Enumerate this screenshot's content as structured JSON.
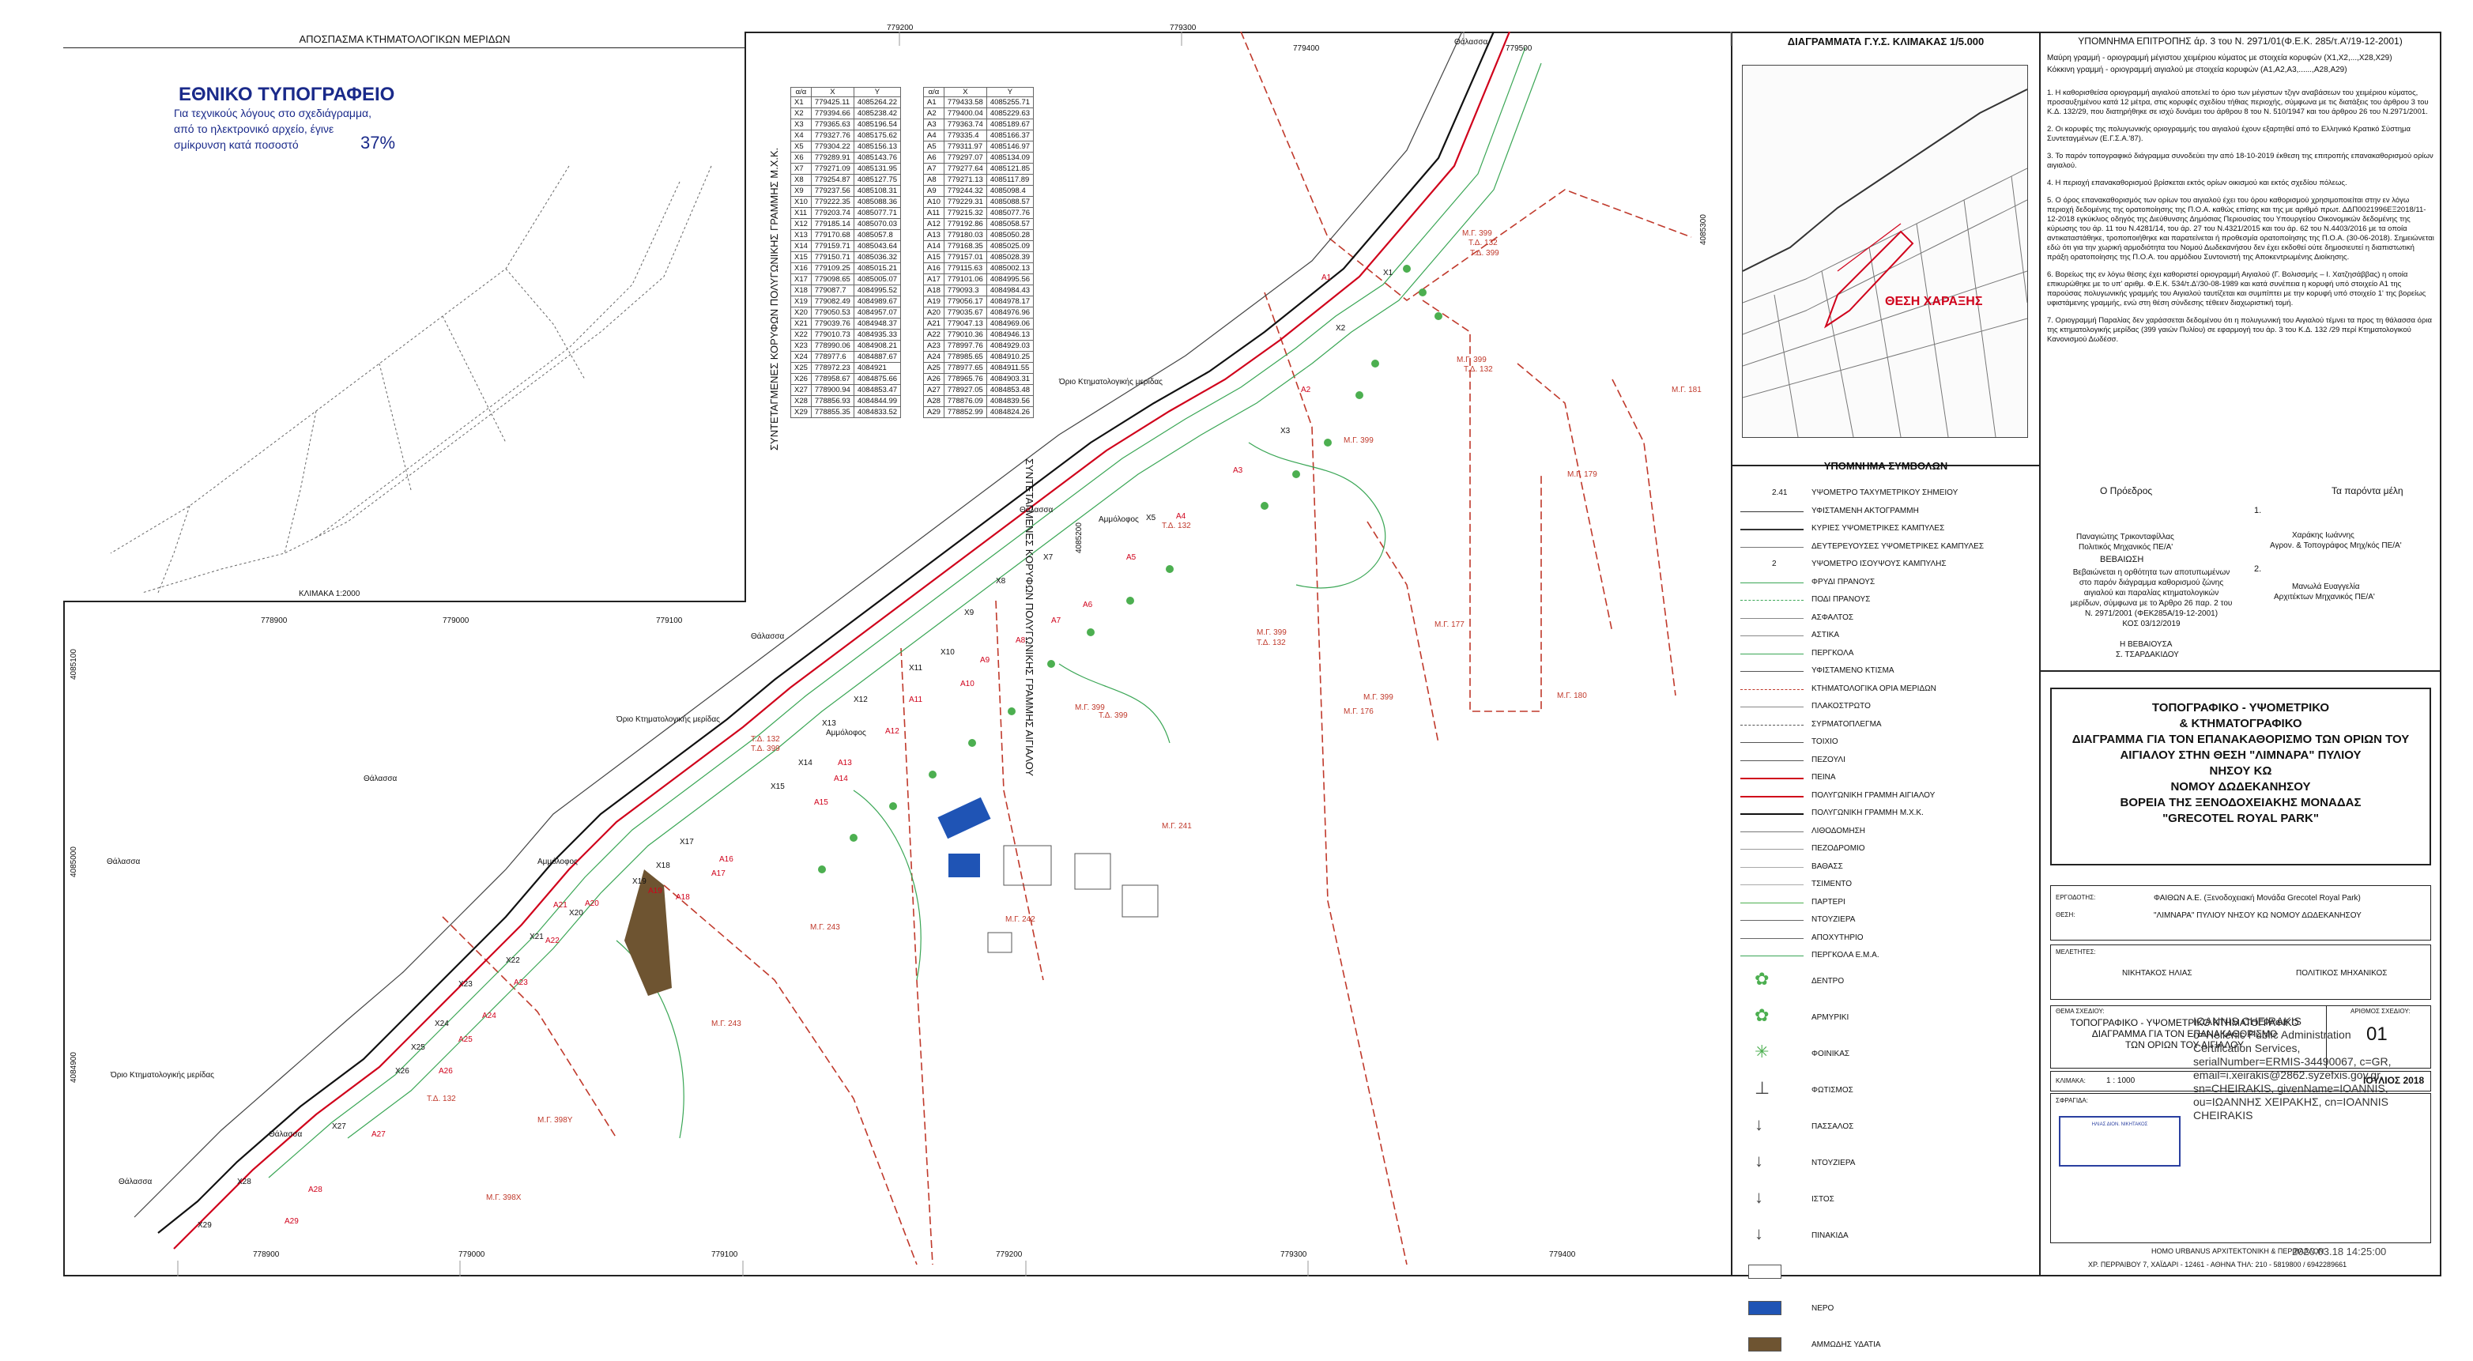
{
  "inset": {
    "title": "ΑΠΟΣΠΑΣΜΑ ΚΤΗΜΑΤΟΛΟΓΙΚΩΝ ΜΕΡΙΔΩΝ",
    "stamp_title": "ΕΘΝΙΚΟ ΤΥΠΟΓΡΑΦΕΙΟ",
    "stamp_line1": "Για τεχνικούς λόγους στο σχεδιάγραμμα,",
    "stamp_line2": "από το ηλεκτρονικό αρχείο, έγινε",
    "stamp_line3": "σμίκρυνση κατά ποσοστό",
    "stamp_percent": "37%",
    "scale": "ΚΛΙΜΑΚΑ 1:2000"
  },
  "grid": {
    "top_x": [
      "779200",
      "779300",
      "779400",
      "779500"
    ],
    "mid_x": [
      "778900",
      "779000",
      "779100"
    ],
    "bottom_x": [
      "778900",
      "779000",
      "779100",
      "779200",
      "779300",
      "779400"
    ],
    "y_right": [
      "4085300",
      "4085200"
    ],
    "y_left": [
      "4085100",
      "4085000",
      "4084900"
    ]
  },
  "tables": {
    "x_title": "ΣΥΝΤΕΤΑΓΜΕΝΕΣ ΚΟΡΥΦΩΝ ΠΟΛΥΓΩΝΙΚΗΣ ΓΡΑΜΜΗΣ Μ.Χ.Κ.",
    "a_title": "ΣΥΝΤΕΤΑΓΜΕΝΕΣ ΚΟΡΥΦΩΝ ΠΟΛΥΓΩΝΙΚΗΣ ΓΡΑΜΜΗΣ ΑΙΓΙΑΛΟΥ",
    "header": [
      "α/α",
      "X",
      "Y"
    ],
    "x_rows": [
      [
        "X1",
        "779425.11",
        "4085264.22"
      ],
      [
        "X2",
        "779394.66",
        "4085238.42"
      ],
      [
        "X3",
        "779365.63",
        "4085196.54"
      ],
      [
        "X4",
        "779327.76",
        "4085175.62"
      ],
      [
        "X5",
        "779304.22",
        "4085156.13"
      ],
      [
        "X6",
        "779289.91",
        "4085143.76"
      ],
      [
        "X7",
        "779271.09",
        "4085131.95"
      ],
      [
        "X8",
        "779254.87",
        "4085127.75"
      ],
      [
        "X9",
        "779237.56",
        "4085108.31"
      ],
      [
        "X10",
        "779222.35",
        "4085088.36"
      ],
      [
        "X11",
        "779203.74",
        "4085077.71"
      ],
      [
        "X12",
        "779185.14",
        "4085070.03"
      ],
      [
        "X13",
        "779170.68",
        "4085057.8"
      ],
      [
        "X14",
        "779159.71",
        "4085043.64"
      ],
      [
        "X15",
        "779150.71",
        "4085036.32"
      ],
      [
        "X16",
        "779109.25",
        "4085015.21"
      ],
      [
        "X17",
        "779098.65",
        "4085005.07"
      ],
      [
        "X18",
        "779087.7",
        "4084995.52"
      ],
      [
        "X19",
        "779082.49",
        "4084989.67"
      ],
      [
        "X20",
        "779050.53",
        "4084957.07"
      ],
      [
        "X21",
        "779039.76",
        "4084948.37"
      ],
      [
        "X22",
        "779010.73",
        "4084935.33"
      ],
      [
        "X23",
        "778990.06",
        "4084908.21"
      ],
      [
        "X24",
        "778977.6",
        "4084887.67"
      ],
      [
        "X25",
        "778972.23",
        "4084921"
      ],
      [
        "X26",
        "778958.67",
        "4084875.66"
      ],
      [
        "X27",
        "778900.94",
        "4084853.47"
      ],
      [
        "X28",
        "778856.93",
        "4084844.99"
      ],
      [
        "X29",
        "778855.35",
        "4084833.52"
      ]
    ],
    "a_rows": [
      [
        "A1",
        "779433.58",
        "4085255.71"
      ],
      [
        "A2",
        "779400.04",
        "4085229.63"
      ],
      [
        "A3",
        "779363.74",
        "4085189.67"
      ],
      [
        "A4",
        "779335.4",
        "4085166.37"
      ],
      [
        "A5",
        "779311.97",
        "4085146.97"
      ],
      [
        "A6",
        "779297.07",
        "4085134.09"
      ],
      [
        "A7",
        "779277.64",
        "4085121.85"
      ],
      [
        "A8",
        "779271.13",
        "4085117.89"
      ],
      [
        "A9",
        "779244.32",
        "4085098.4"
      ],
      [
        "A10",
        "779229.31",
        "4085088.57"
      ],
      [
        "A11",
        "779215.32",
        "4085077.76"
      ],
      [
        "A12",
        "779192.86",
        "4085058.57"
      ],
      [
        "A13",
        "779180.03",
        "4085050.28"
      ],
      [
        "A14",
        "779168.35",
        "4085025.09"
      ],
      [
        "A15",
        "779157.01",
        "4085028.39"
      ],
      [
        "A16",
        "779115.63",
        "4085002.13"
      ],
      [
        "A17",
        "779101.06",
        "4084995.56"
      ],
      [
        "A18",
        "779093.3",
        "4084984.43"
      ],
      [
        "A19",
        "779056.17",
        "4084978.17"
      ],
      [
        "A20",
        "779035.67",
        "4084976.96"
      ],
      [
        "A21",
        "779047.13",
        "4084969.06"
      ],
      [
        "A22",
        "779010.36",
        "4084946.13"
      ],
      [
        "A23",
        "778997.76",
        "4084929.03"
      ],
      [
        "A24",
        "778985.65",
        "4084910.25"
      ],
      [
        "A25",
        "778977.65",
        "4084911.55"
      ],
      [
        "A26",
        "778965.76",
        "4084903.31"
      ],
      [
        "A27",
        "778927.05",
        "4084853.48"
      ],
      [
        "A28",
        "778876.09",
        "4084839.56"
      ],
      [
        "A29",
        "778852.99",
        "4084824.26"
      ]
    ]
  },
  "map_labels": {
    "sea": "Θάλασσα",
    "boundary": "Όριο Κτηματολογικής μερίδας",
    "ammolofos": "Αμμόλοφος",
    "mg_labels": [
      "Μ.Γ. 399",
      "Μ.Γ. 181",
      "Μ.Γ. 179",
      "Μ.Γ. 177",
      "Μ.Γ. 176",
      "Μ.Γ. 180",
      "Μ.Γ. 241",
      "Μ.Γ. 242",
      "Μ.Γ. 243",
      "Μ.Γ. 398Υ",
      "Μ.Γ. 398Χ"
    ],
    "td_labels": [
      "Τ.Δ. 132",
      "Τ.Δ. 399"
    ],
    "x_vertex_labels": [
      "X1",
      "X2",
      "X3",
      "X5",
      "X7",
      "X8",
      "X9",
      "X10",
      "X11",
      "X12",
      "X13",
      "X14",
      "X15",
      "X17",
      "X18",
      "X19",
      "X20",
      "X21",
      "X22",
      "X23",
      "X24",
      "X25",
      "X26",
      "X27",
      "X28",
      "X29"
    ],
    "a_vertex_labels": [
      "A1",
      "A2",
      "A3",
      "A4",
      "A5",
      "A6",
      "A7",
      "A8",
      "A9",
      "A10",
      "A11",
      "A12",
      "A13",
      "A14",
      "A15",
      "A16",
      "A17",
      "A18",
      "A19",
      "A20",
      "A21",
      "A22",
      "A23",
      "A24",
      "A25",
      "A26",
      "A27",
      "A28",
      "A29"
    ]
  },
  "gys": {
    "title": "ΔΙΑΓΡΑΜΜΑΤΑ Γ.Υ.Σ. ΚΛΙΜΑΚΑΣ 1/5.000",
    "location": "ΘΕΣΗ ΧΑΡΑΞΗΣ"
  },
  "symbols": {
    "title": "ΥΠΟΜΝΗΜΑ ΣΥΜΒΟΛΩΝ",
    "items": [
      "ΥΨΟΜΕΤΡΟ ΤΑΧΥΜΕΤΡΙΚΟΥ ΣΗΜΕΙΟΥ",
      "ΥΦΙΣΤΑΜΕΝΗ ΑΚΤΟΓΡΑΜΜΗ",
      "ΚΥΡΙΕΣ ΥΨΟΜΕΤΡΙΚΕΣ ΚΑΜΠΥΛΕΣ",
      "ΔΕΥΤΕΡΕΥΟΥΣΕΣ ΥΨΟΜΕΤΡΙΚΕΣ ΚΑΜΠΥΛΕΣ",
      "ΥΨΟΜΕΤΡΟ ΙΣΟΥΨΟΥΣ ΚΑΜΠΥΛΗΣ",
      "ΦΡΥΔΙ ΠΡΑΝΟΥΣ",
      "ΠΟΔΙ ΠΡΑΝΟΥΣ",
      "ΑΣΦΑΛΤΟΣ",
      "ΑΣΤΙΚΑ",
      "ΠΕΡΓΚΟΛΑ",
      "ΥΦΙΣΤΑΜΕΝΟ ΚΤΙΣΜΑ",
      "ΚΤΗΜΑΤΟΛΟΓΙΚΑ ΟΡΙΑ ΜΕΡΙΔΩΝ",
      "ΠΛΑΚΟΣΤΡΩΤΟ",
      "ΣΥΡΜΑΤΟΠΛΕΓΜΑ",
      "ΤΟΙΧΙΟ",
      "ΠΕΖΟΥΛΙ",
      "ΠΕΙΝΑ",
      "ΠΟΛΥΓΩΝΙΚΗ ΓΡΑΜΜΗ ΑΙΓΙΑΛΟΥ",
      "ΠΟΛΥΓΩΝΙΚΗ ΓΡΑΜΜΗ Μ.Χ.Κ.",
      "ΛΙΘΟΔΟΜΗΣΗ",
      "ΠΕΖΟΔΡΟΜΙΟ",
      "ΒΑΘΑΣΣ",
      "ΤΣΙΜΕΝΤΟ",
      "ΠΑΡΤΕΡΙ",
      "ΝΤΟΥΖΙΕΡΑ",
      "ΑΠΟΧΥΤΗΡΙΟ",
      "ΠΕΡΓΚΟΛΑ Ε.Μ.Α.",
      "ΔΕΝΤΡΟ",
      "ΑΡΜΥΡΙΚΙ",
      "ΦΟΙΝΙΚΑΣ",
      "ΦΩΤΙΣΜΟΣ",
      "ΠΑΣΣΑΛΟΣ",
      "ΝΤΟΥΖΙΕΡΑ",
      "ΙΣΤΟΣ",
      "ΠΙΝΑΚΙΔΑ",
      "",
      "ΝΕΡΟ",
      "ΑΜΜΩΔΗΣ ΥΔΑΤΙΑ"
    ]
  },
  "committee": {
    "title": "ΥΠΟΜΝΗΜΑ ΕΠΙΤΡΟΠΗΣ άρ. 3 του Ν. 2971/01(Φ.Ε.Κ. 285/τ.Α'/19-12-2001)",
    "line1": "Μαύρη γραμμή - οριογραμμή μέγιστου χειμέριου κύματος με στοιχεία κορυφών (Χ1,Χ2,...,Χ28,Χ29)",
    "line2": "Κόκκινη γραμμή - οριογραμμή αιγιαλού με στοιχεία κορυφών (Α1,Α2,Α3,......,Α28,Α29)",
    "notes": [
      "1. Η καθορισθείσα οριογραμμή αιγιαλού αποτελεί το όριο των μέγιστων τζιγν αναβάσεων του χειμέριου κύματος, προσαυξημένου κατά 12 μέτρα, στις κορυφές σχεδίου τήθιας περιοχής, σύμφωνα με τις διατάξεις του άρθρου 3 του Κ.Δ. 132/29, που διατηρήθηκε σε ισχύ δυνάμει του άρθρου 8 του Ν. 510/1947 και του άρθρου 26 του Ν.2971/2001.",
      "2. Οι κορυφές της πολυγωνικής οριογραμμής του αιγιαλού έχουν εξαρτηθεί από το Ελληνικό Κρατικό Σύστημα Συντεταγμένων (Ε.Γ.Σ.Α.'87).",
      "3. Το παρόν τοπογραφικό διάγραμμα συνοδεύει την από 18-10-2019 έκθεση της επιτροπής επανακαθορισμού ορίων αιγιαλού.",
      "4. Η περιοχή επανακαθορισμού βρίσκεται εκτός ορίων οικισμού και εκτός σχεδίου πόλεως.",
      "5. Ο όρος επανακαθορισμός των ορίων του αιγιαλού έχει του όρου καθορισμού χρησιμοποιείται στην εν λόγω περιοχή δεδομένης της ορατοποίησης της Π.Ο.Α. καθώς επίσης και της με αριθμό πρωτ. ΔΔΠ0021996ΕΞ2018/11-12-2018 εγκύκλιος οδηγός της Διεύθυνσης Δημόσιας Περιουσίας του Υπουργείου Οικονομικών δεδομένης της κύρωσης του άρ. 11 του Ν.4281/14, του άρ. 27 του Ν.4321/2015 και του άρ. 62 του Ν.4403/2016 με τα οποία αντικαταστάθηκε, τροποποιήθηκε και παρατείνεται ή προθεσμία ορατοποίησης της Π.Ο.Α. (30-06-2018). Σημειώνεται εδώ ότι για την χωρική αρμοδιότητα του Νομού Δωδεκανήσου δεν έχει εκδοθεί ούτε δημοσιευτεί η διαπιστωτική πράξη ορατοποίησης της Π.Ο.Α. του αρμόδιου Συντονιστή της Αποκεντρωμένης Διοίκησης.",
      "6. Βορείως της εν λόγω θέσης έχει καθοριστεί οριογραμμή Αιγιαλού (Γ. Βολισσμής – Ι. Χατζησάββας) η οποία επικυρώθηκε με το υπ' αριθμ. Φ.Ε.Κ. 534/τ.Δ'/30-08-1989 και κατά συνέπεια η κορυφή υπό στοιχείο Α1 της παρούσας πολυγωνικής γραμμής του Αιγιαλού ταυτίζεται και συμπίπτει με την κορυφή υπό στοιχείο 1' της βορείως υφιστάμενης γραμμής, ενώ στη θέση σύνδεσης τέθειεν διαχωριστική τομή.",
      "7. Οριογραμμή Παραλίας δεν χαράσσεται δεδομένου ότι η πολυγωνική του Αιγιαλού τέμνει τα προς τη θάλασσα όρια της κτηματολογικής μερίδας (399 γαιών Πυλίου) σε εφαρμογή του άρ. 3 του Κ.Δ. 132 /29 περί Κτηματολογικού Κανονισμού Δωδέσσ."
    ],
    "chair_label": "Ο Πρόεδρος",
    "members_label": "Τα παρόντα μέλη",
    "chair_name": "Παναγιώτης Τρικονταφίλλας",
    "chair_role": "Πολιτικός Μηχανικός ΠΕ/Α'",
    "member1_num": "1.",
    "member1_name": "Χαράκης Ιωάννης",
    "member1_role": "Αγρον. & Τοπογράφος Μηχ/κός ΠΕ/Α'",
    "member2_num": "2.",
    "member2_name": "Μανωλά Ευαγγελία",
    "member2_role": "Αρχιτέκτων Μηχανικός ΠΕ/Α'",
    "cert_title": "ΒΕΒΑΙΩΣΗ",
    "cert_lines": [
      "Βεβαιώνεται η ορθότητα των αποτυπωμένων",
      "στο παρόν διάγραμμα καθορισμού ζώνης",
      "αιγιαλού και παραλίας κτηματολογικών",
      "μερίδων, σύμφωνα με το Άρθρο 26 παρ. 2 του",
      "Ν. 2971/2001 (ΦΕΚ285Α/19-12-2001)",
      "ΚΟΣ 03/12/2019"
    ],
    "cert_sign1": "Η ΒΕΒΑΙΟΥΣΑ",
    "cert_sign2": "Σ. ΤΣΑΡΔΑΚΙΔΟΥ"
  },
  "title_block": {
    "main_title": [
      "ΤΟΠΟΓΡΑΦΙΚΟ - ΥΨΟΜΕΤΡΙΚΟ",
      "& ΚΤΗΜΑΤΟΓΡΑΦΙΚΟ",
      "ΔΙΑΓΡΑΜΜΑ ΓΙΑ ΤΟΝ ΕΠΑΝΑΚΑΘΟΡΙΣΜΟ ΤΩΝ ΟΡΙΩΝ ΤΟΥ",
      "ΑΙΓΙΑΛΟΥ ΣΤΗΝ ΘΕΣΗ \"ΛΙΜΝΑΡΑ\"   ΠΥΛΙΟΥ",
      "ΝΗΣΟΥ ΚΩ",
      "ΝΟΜΟΥ ΔΩΔΕΚΑΝΗΣΟΥ",
      "ΒΟΡΕΙΑ ΤΗΣ ΞΕΝΟΔΟΧΕΙΑΚΗΣ ΜΟΝΑΔΑΣ",
      "\"GRECOTEL ROYAL PARK\""
    ],
    "employer_label": "ΕΡΓΟΔΟΤΗΣ:",
    "employer": "ΦΑΙΘΩΝ Α.Ε. (Ξενοδοχειακή Μονάδα Grecotel Royal Park)",
    "position_label": "ΘΕΣΗ:",
    "position": "\"ΛΙΜΝΑΡΑ\" ΠΥΛΙΟΥ ΝΗΣΟΥ ΚΩ ΝΟΜΟΥ ΔΩΔΕΚΑΝΗΣΟΥ",
    "designer_label": "ΜΕΛΕΤΗΤΕΣ:",
    "designer_name": "ΝΙΚΗΤΑΚΟΣ ΗΛΙΑΣ",
    "designer_role": "ΠΟΛΙΤΙΚΟΣ ΜΗΧΑΝΙΚΟΣ",
    "drawing_label": "ΘΕΜΑ ΣΧΕΔΙΟΥ:",
    "drawing_title": [
      "ΤΟΠΟΓΡΑΦΙΚΟ - ΥΨΟΜΕΤΡΙΚΟ ΚΤΗΜΑΤΟΓΡΑΦΙΚΟ",
      "ΔΙΑΓΡΑΜΜΑ ΓΙΑ ΤΟΝ ΕΠΑΝΑΚΑΘΟΡΙΣΜΟ",
      "ΤΩΝ ΟΡΙΩΝ ΤΟΥ ΑΙΓΙΑΛΟΥ"
    ],
    "drawing_no_label": "ΑΡΙΘΜΟΣ ΣΧΕΔΙΟΥ:",
    "drawing_no": "01",
    "scale_label": "ΚΛΙΜΑΚΑ:",
    "scale": "1 : 1000",
    "date": "ΙΟΥΛΙΟΣ 2018",
    "sign_label": "ΣΦΡΑΓΙΔΑ:",
    "signature": [
      "IOANNIS CHEIRAKIS",
      "o=Hellenic Public Administration",
      "Certification Services,",
      "serialNumber=ERMIS-34490067, c=GR,",
      "email=i.xeirakis@2862.syzefxis.gov.gr,",
      "sn=CHEIRAKIS, givenName=IOANNIS,",
      "ou=ΙΩΑΝΝΗΣ ΧΕΙΡΑΚΗΣ, cn=IOANNIS",
      "CHEIRAKIS"
    ],
    "stamp_text": "ΗΛΙΑΣ ΔΙΟΝ. ΝΙΚΗΤΑΚΟΣ",
    "footer1": "HOMO URBANUS ΑΡΧΙΤΕΚΤΟΝΙΚΗ & ΠΕΡΙΒΑΛΛΟΝ",
    "footer_date": "2020.03.18 14:25:00",
    "footer2": "ΧΡ. ΠΕΡΡΑΙΒΟΥ 7, ΧΑΪΔΑΡΙ - 12461 - ΑΘΗΝΑ ΤΗΛ: 210 - 5819800 / 6942289661"
  }
}
